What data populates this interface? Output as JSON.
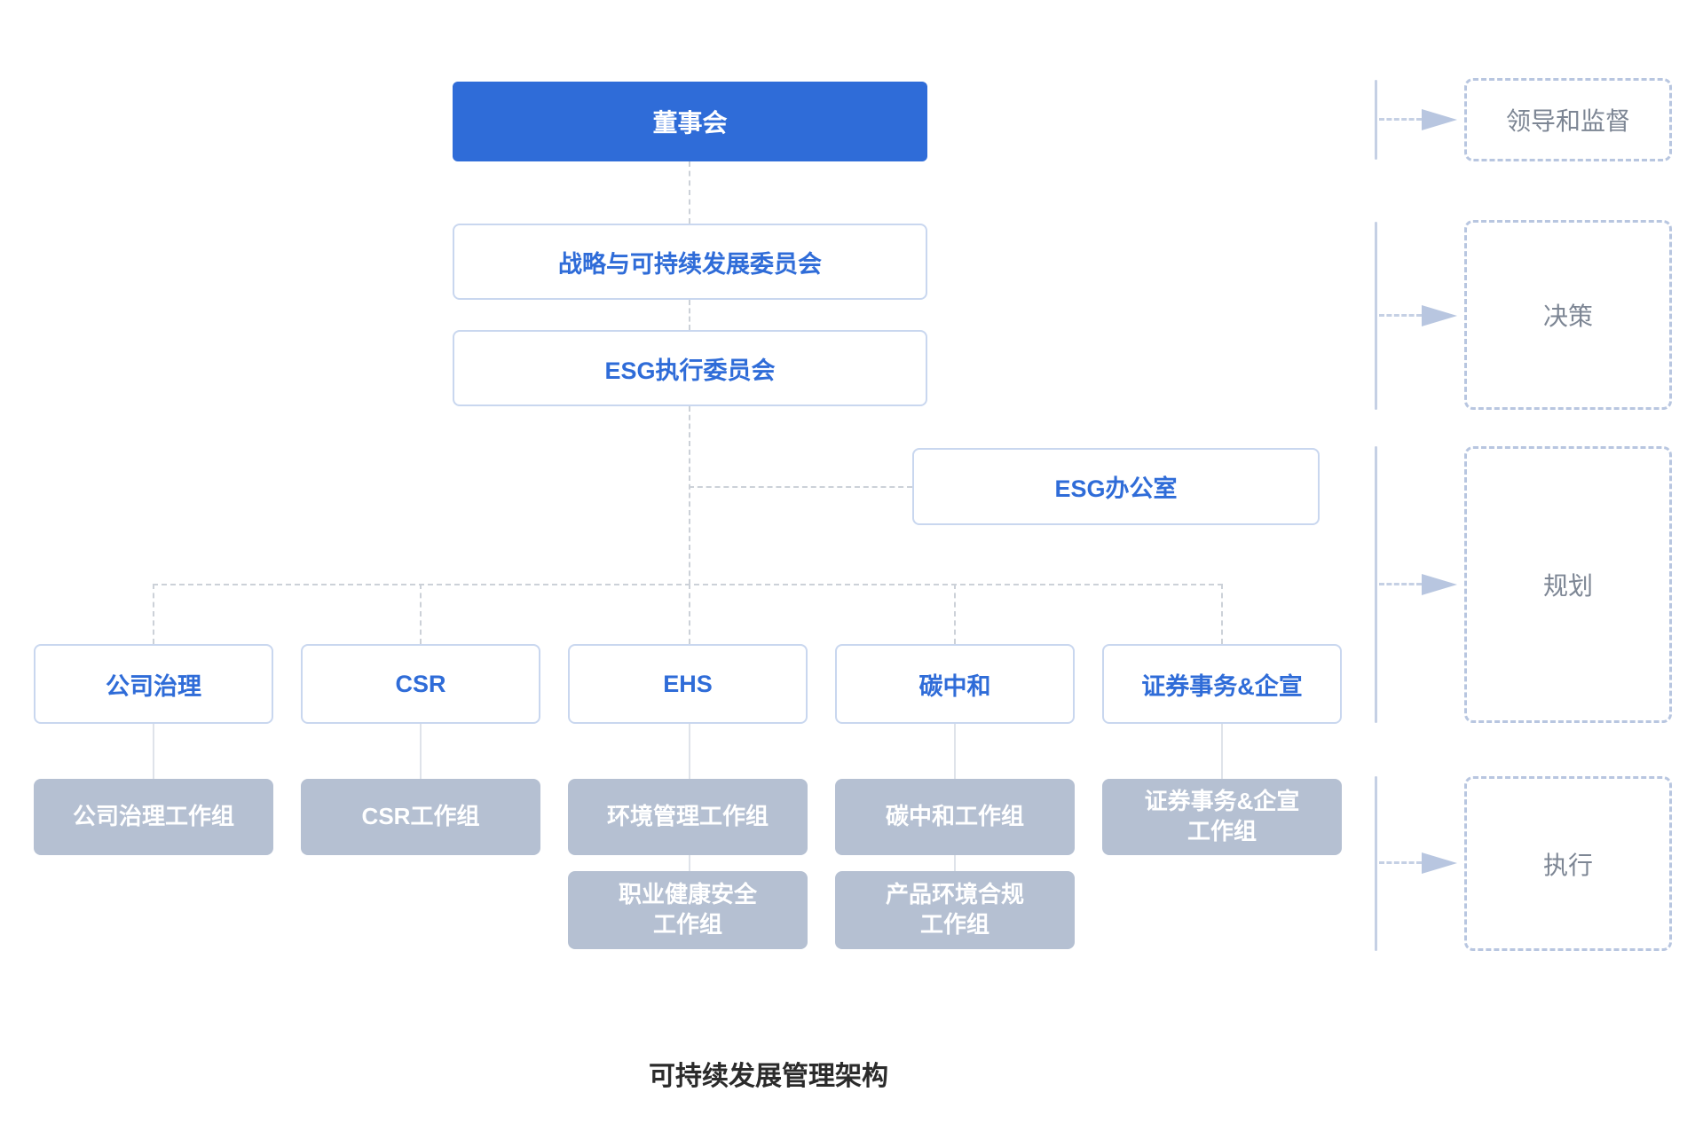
{
  "caption": "可持续发展管理架构",
  "board": {
    "label": "董事会"
  },
  "committees": [
    {
      "label": "战略与可持续发展委员会"
    },
    {
      "label": "ESG执行委员会"
    }
  ],
  "office": {
    "label": "ESG办公室"
  },
  "departments": [
    {
      "label": "公司治理",
      "workgroups": [
        "公司治理工作组"
      ]
    },
    {
      "label": "CSR",
      "workgroups": [
        "CSR工作组"
      ]
    },
    {
      "label": "EHS",
      "workgroups": [
        "环境管理工作组",
        "职业健康安全\n工作组"
      ]
    },
    {
      "label": "碳中和",
      "workgroups": [
        "碳中和工作组",
        "产品环境合规\n工作组"
      ]
    },
    {
      "label": "证券事务&企宣",
      "workgroups": [
        "证券事务&企宣\n工作组"
      ]
    }
  ],
  "stages": [
    {
      "label": "领导和监督"
    },
    {
      "label": "决策"
    },
    {
      "label": "规划"
    },
    {
      "label": "执行"
    }
  ],
  "colors": {
    "accent": "#2f6cd8",
    "accent-border": "#c9d7ef",
    "gray-node": "#b5c0d2",
    "tree-dash": "#ccd1d8",
    "sub-line": "#dfe3ea",
    "rail": "#c5d0e4",
    "stage-border": "#b8c6e0",
    "stage-text": "#7d8694",
    "caption-color": "#2b2b2b"
  }
}
